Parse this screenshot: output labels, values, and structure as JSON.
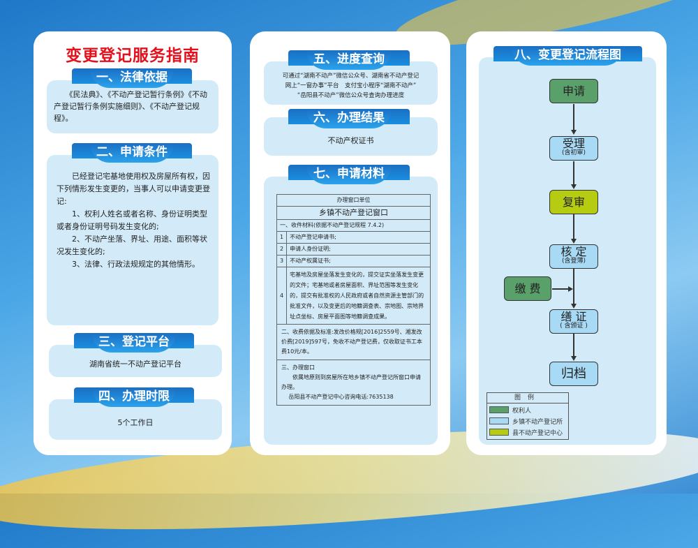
{
  "title": "变更登记服务指南",
  "sections": {
    "s1": {
      "heading": "一、法律依据",
      "text": "《民法典》、《不动产登记暂行条例》《不动产登记暂行条例实施细则》、《不动产登记规程》。"
    },
    "s2": {
      "heading": "二、申请条件",
      "intro": "已经登记宅基地使用权及房屋所有权，因下列情形发生变更的，当事人可以申请变更登记:",
      "items": [
        "1、权利人姓名或者名称、身份证明类型或者身份证明号码发生变化的;",
        "2、不动产坐落、界址、用途、面积等状况发生变化的;",
        "3、法律、行政法规规定的其他情形。"
      ]
    },
    "s3": {
      "heading": "三、登记平台",
      "text": "湖南省统一不动产登记平台"
    },
    "s4": {
      "heading": "四、办理时限",
      "text": "5个工作日"
    },
    "s5": {
      "heading": "五、进度查询",
      "lines": [
        "可通过“湖南不动产”微信公众号、湖南省不动产登记",
        "网上“一窗办事”平台　支付宝小程序“湖南不动产”",
        "“岳阳县不动产”微信公众号查询办理进度"
      ]
    },
    "s6": {
      "heading": "六、办理结果",
      "text": "不动产权证书"
    },
    "s7": {
      "heading": "七、申请材料",
      "unit_label": "办理窗口单位",
      "unit": "乡镇不动产登记窗口",
      "materials_title": "一、收件材料(依据不动产登记规程 7.4.2)",
      "materials": [
        {
          "n": "1",
          "t": "不动产登记申请书;"
        },
        {
          "n": "2",
          "t": "申请人身份证明;"
        },
        {
          "n": "3",
          "t": "不动产权属证书;"
        },
        {
          "n": "4",
          "t": "宅基地及房屋坐落发生变化的，提交证实坐落发生变更的文件；宅基地或者房屋面积、界址范围等发生变化的，提交有批准权的人民政府或者自然资源主管部门的批准文件，以及变更后的地籍调查表、宗地图、宗地界址点坐标、房屋平面图等地籍调查成果。"
        }
      ],
      "fee": "二、收费依据及标准:发改价格规[2016]2559号、湘发改价费[2019]597号，免收不动产登记费，仅收取证书工本费10元/本。",
      "window_title": "三、办理窗口",
      "window_text": "依属地原则到房屋所在地乡镇不动产登记所窗口申请办理。",
      "phone": "岳阳县不动产登记中心咨询电话:7635138"
    },
    "s8": {
      "heading": "八、变更登记流程图",
      "steps": {
        "apply": "申请",
        "accept": "受理",
        "accept_sub": "(含初审)",
        "review": "复审",
        "verify": "核 定",
        "verify_sub": "(含登薄)",
        "pay": "缴 费",
        "cert": "缮 证",
        "cert_sub": "( 含颁证 )",
        "archive": "归档"
      },
      "legend": {
        "title": "图例",
        "items": [
          "权利人",
          "乡镇不动产登记所",
          "县不动产登记中心"
        ]
      },
      "colors": {
        "owner": "#5aa06a",
        "town": "#a8daf5",
        "county": "#b5cc12"
      }
    }
  }
}
